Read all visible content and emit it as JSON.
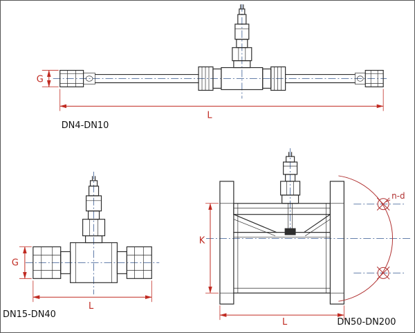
{
  "colors": {
    "background": "#ffffff",
    "line": "#2e2e2e",
    "centerline": "#4f6d9f",
    "dimension": "#c02a21",
    "annotation": "#b03030",
    "caption": "#111111"
  },
  "views": {
    "small": {
      "caption": "DN4-DN10",
      "dim_g": "G",
      "dim_l": "L"
    },
    "medium": {
      "caption": "DN15-DN40",
      "dim_g": "G",
      "dim_l": "L"
    },
    "large": {
      "caption": "DN50-DN200",
      "dim_k": "K",
      "dim_l": "L",
      "bolt_hole_label": "n-d"
    }
  }
}
